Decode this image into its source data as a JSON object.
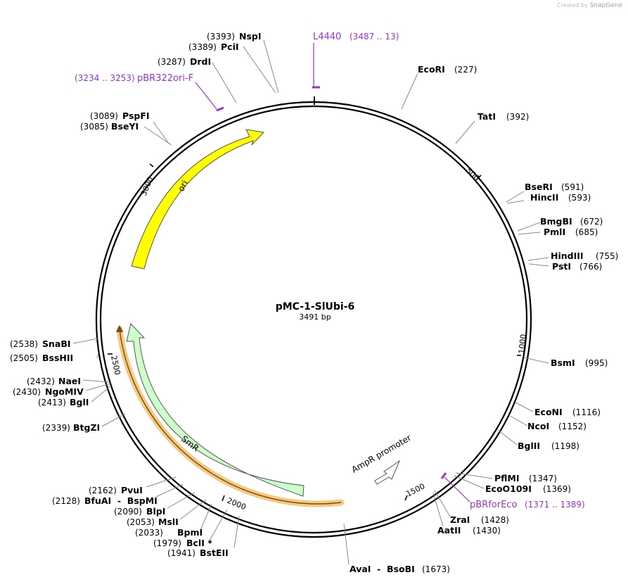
{
  "watermark": {
    "prefix": "Created by",
    "brand": "SnapGene"
  },
  "plasmid": {
    "name": "pMC-1-SlUbi-6",
    "size_label": "3491 bp",
    "length": 3491
  },
  "ticks": [
    "500",
    "1000",
    "1500",
    "2000",
    "2500",
    "3000"
  ],
  "enzymes": [
    {
      "name": "EcoRI",
      "pos": "(227)"
    },
    {
      "name": "TatI",
      "pos": "(392)"
    },
    {
      "name": "BseRI",
      "pos": "(591)"
    },
    {
      "name": "HincII",
      "pos": "(593)"
    },
    {
      "name": "BmgBI",
      "pos": "(672)"
    },
    {
      "name": "PmlI",
      "pos": "(685)"
    },
    {
      "name": "HindIII",
      "pos": "(755)"
    },
    {
      "name": "PstI",
      "pos": "(766)"
    },
    {
      "name": "BsmI",
      "pos": "(995)"
    },
    {
      "name": "EcoNI",
      "pos": "(1116)"
    },
    {
      "name": "NcoI",
      "pos": "(1152)"
    },
    {
      "name": "BglII",
      "pos": "(1198)"
    },
    {
      "name": "PflMI",
      "pos": "(1347)"
    },
    {
      "name": "EcoO109I",
      "pos": "(1369)"
    },
    {
      "name": "ZraI",
      "pos": "(1428)"
    },
    {
      "name": "AatII",
      "pos": "(1430)"
    },
    {
      "name": "AvaI  -  BsoBI",
      "pos": "(1673)"
    },
    {
      "name": "BstEII",
      "pos": "(1941)"
    },
    {
      "name": "BclI *",
      "pos": "(1979)"
    },
    {
      "name": "BpmI",
      "pos": "(2033)"
    },
    {
      "name": "MslI",
      "pos": "(2053)"
    },
    {
      "name": "BlpI",
      "pos": "(2090)"
    },
    {
      "name": "BfuAI  -  BspMI",
      "pos": "(2128)"
    },
    {
      "name": "PvuI",
      "pos": "(2162)"
    },
    {
      "name": "BtgZI",
      "pos": "(2339)"
    },
    {
      "name": "BglI",
      "pos": "(2413)"
    },
    {
      "name": "NgoMIV",
      "pos": "(2430)"
    },
    {
      "name": "NaeI",
      "pos": "(2432)"
    },
    {
      "name": "BssHII",
      "pos": "(2505)"
    },
    {
      "name": "SnaBI",
      "pos": "(2538)"
    },
    {
      "name": "BseYI",
      "pos": "(3085)"
    },
    {
      "name": "PspFI",
      "pos": "(3089)"
    },
    {
      "name": "DrdI",
      "pos": "(3287)"
    },
    {
      "name": "PciI",
      "pos": "(3389)"
    },
    {
      "name": "NspI",
      "pos": "(3393)"
    }
  ],
  "primers": [
    {
      "name": "L4440",
      "range": "(3487 .. 13)"
    },
    {
      "name": "pBR322ori-F",
      "range": "(3234 .. 3253)"
    },
    {
      "name": "pBRforEco",
      "range": "(1371 .. 1389)"
    }
  ],
  "features": [
    {
      "name": "ori",
      "color": "#ffff00"
    },
    {
      "name": "SmR",
      "color": "#ccffcc"
    },
    {
      "name": "AmpR promoter",
      "color": "#ffffff"
    }
  ],
  "colors": {
    "primer": "#9933cc",
    "ring": "#000000",
    "highlight": "#f5c97f"
  }
}
